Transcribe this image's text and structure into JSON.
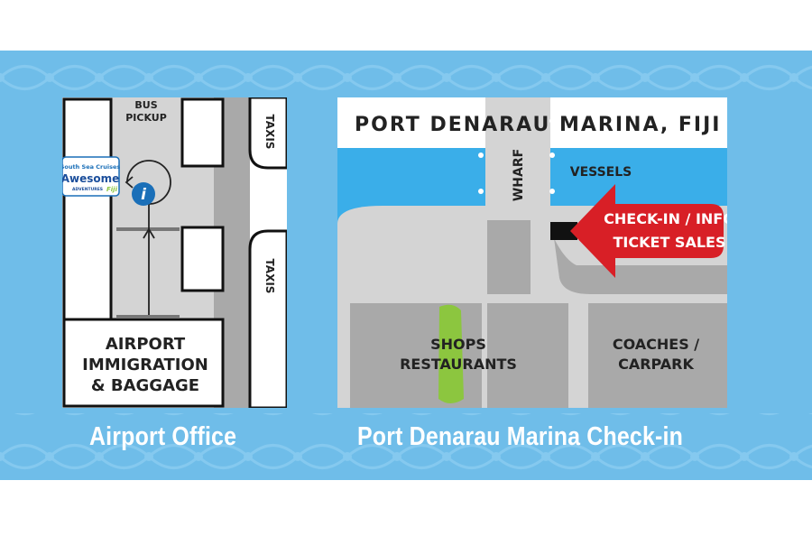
{
  "colors": {
    "banner_blue": "#6fbde9",
    "sea_blue": "#3aaee9",
    "road_gray": "#d4d4d4",
    "block_gray": "#a9a9a9",
    "arrow_red": "#d81f26",
    "park_green": "#8cc63f",
    "info_blue": "#1a6fb8"
  },
  "airport_map": {
    "bus_pickup_line1": "BUS",
    "bus_pickup_line2": "PICKUP",
    "taxis_top": "TAXIS",
    "taxis_bottom": "TAXIS",
    "building_line1": "AIRPORT",
    "building_line2": "IMMIGRATION",
    "building_line3": "& BAGGAGE",
    "logo_top": "South Sea Cruises",
    "logo_main": "Awesome",
    "logo_sub": "ADVENTURES",
    "logo_region": "Fiji",
    "info_icon_label": "i",
    "icons": [
      "info-icon",
      "u-turn-arrow-icon",
      "up-arrow-icon",
      "company-logo"
    ]
  },
  "marina_map": {
    "title": "PORT DENARAU MARINA, FIJI",
    "wharf": "WHARF",
    "vessels": "VESSELS",
    "checkin_line1": "CHECK-IN / INFO",
    "checkin_line2": "TICKET SALES",
    "shops_line1": "SHOPS",
    "shops_line2": "RESTAURANTS",
    "coaches_line1": "COACHES /",
    "coaches_line2": "CARPARK",
    "icons": [
      "left-arrow-icon"
    ]
  },
  "captions": {
    "airport": "Airport Office",
    "marina": "Port Denarau Marina Check-in"
  }
}
